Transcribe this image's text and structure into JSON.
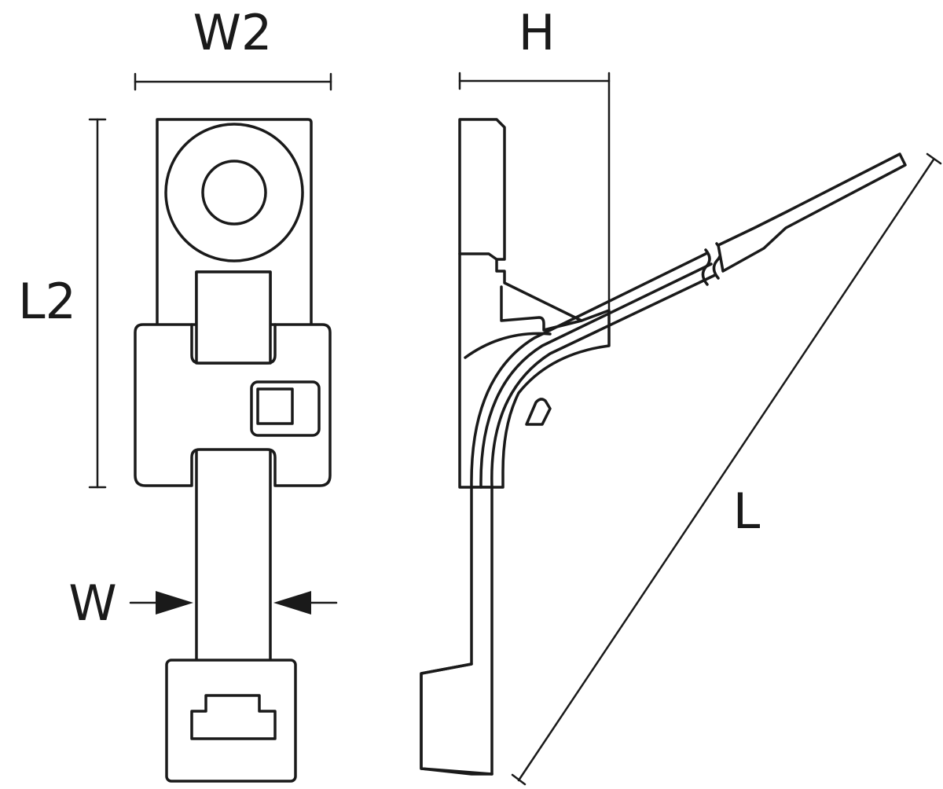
{
  "labels": {
    "w2": "W2",
    "h": "H",
    "l2": "L2",
    "w": "W",
    "l": "L"
  }
}
